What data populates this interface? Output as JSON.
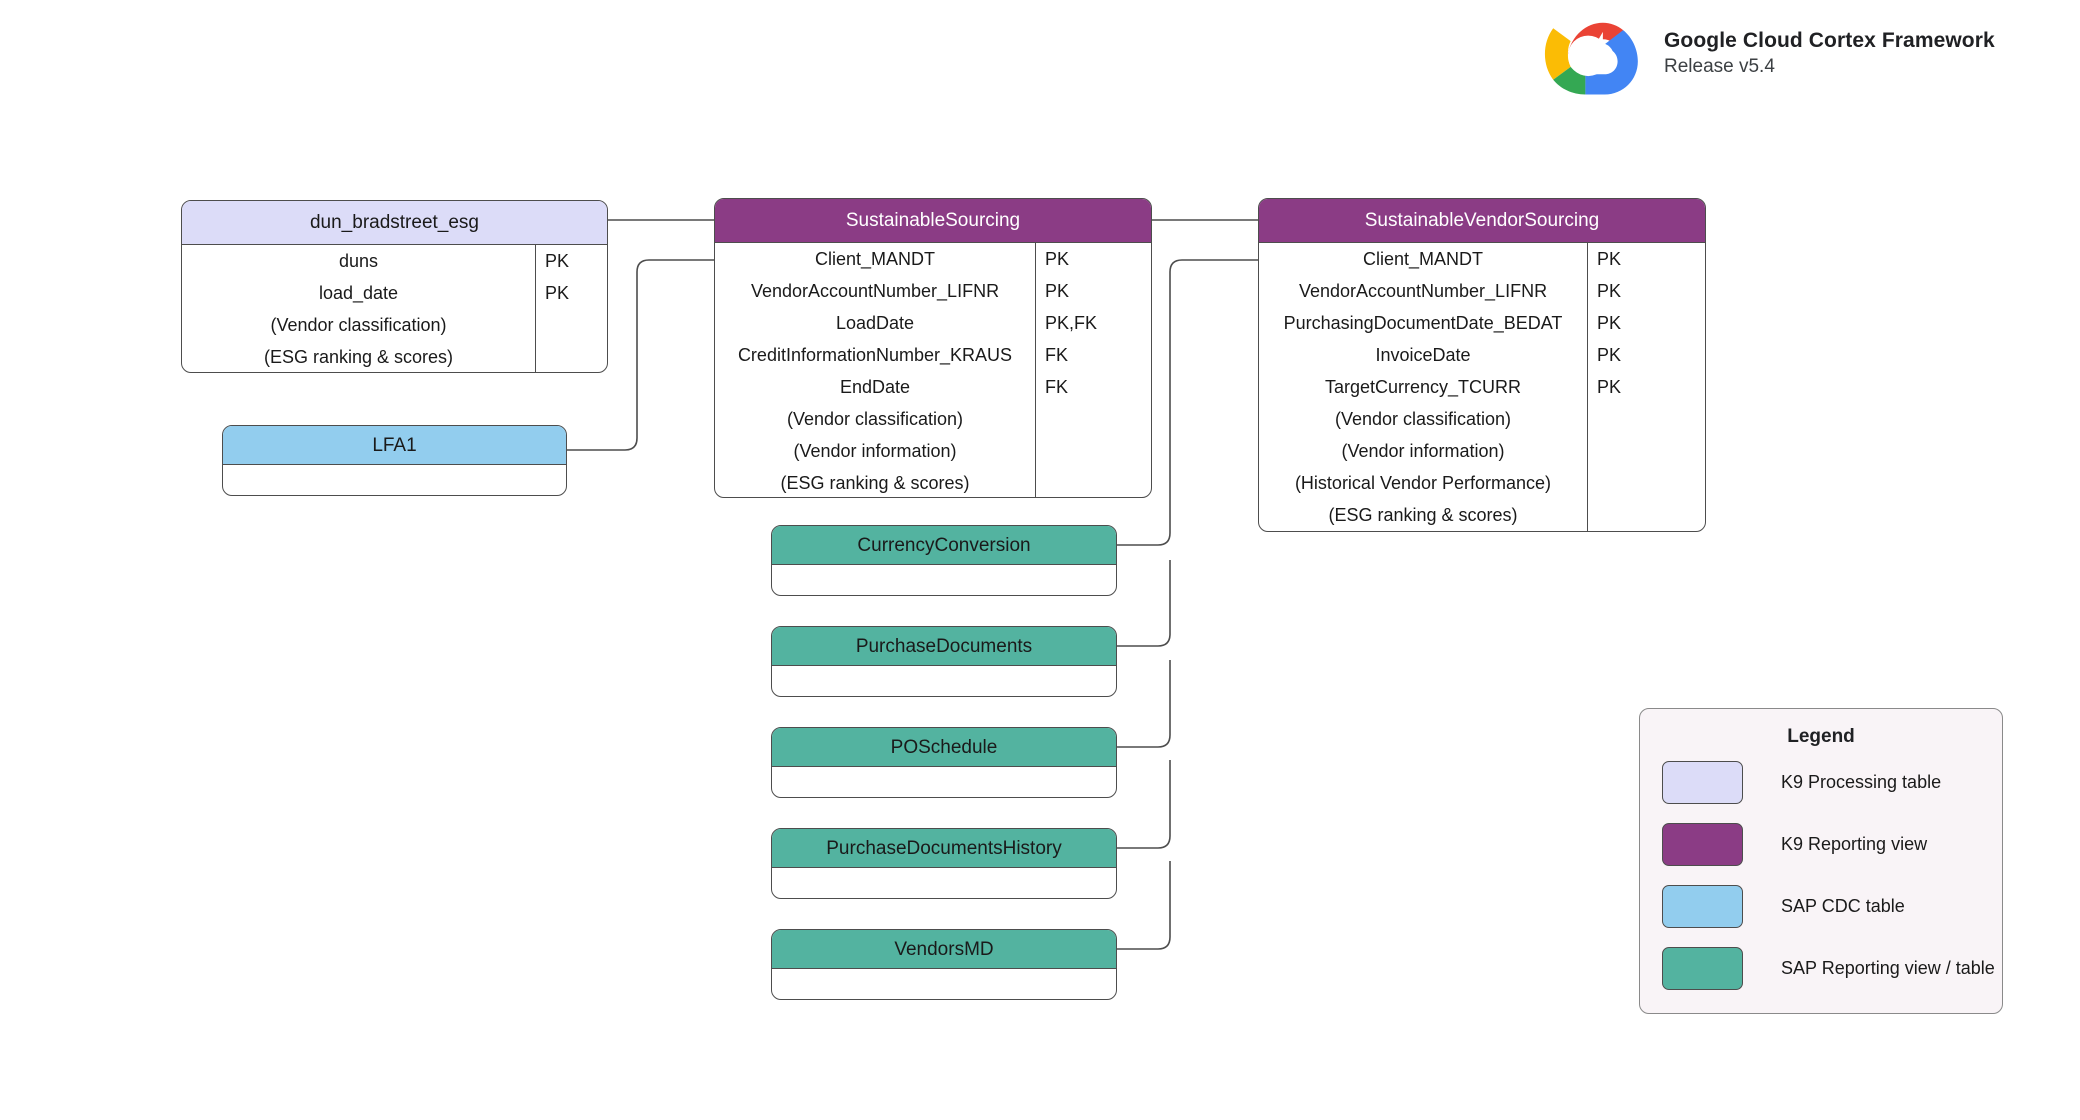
{
  "header": {
    "title": "Google Cloud Cortex Framework",
    "release": "Release v5.4",
    "logo_icon": "google-cloud-logo"
  },
  "entities": {
    "dun_bradstreet_esg": {
      "title": "dun_bradstreet_esg",
      "type": "K9 Processing table",
      "fields": [
        "duns",
        "load_date",
        "(Vendor classification)",
        "(ESG ranking & scores)"
      ],
      "keys": [
        "PK",
        "PK",
        "",
        ""
      ]
    },
    "lfa1": {
      "title": "LFA1",
      "type": "SAP CDC table",
      "fields": [],
      "keys": []
    },
    "sustainable_sourcing": {
      "title": "SustainableSourcing",
      "type": "K9 Reporting view",
      "fields": [
        "Client_MANDT",
        "VendorAccountNumber_LIFNR",
        "LoadDate",
        "CreditInformationNumber_KRAUS",
        "EndDate",
        "(Vendor classification)",
        "(Vendor information)",
        "(ESG ranking & scores)"
      ],
      "keys": [
        "PK",
        "PK",
        "PK,FK",
        "FK",
        "FK",
        "",
        "",
        ""
      ]
    },
    "sustainable_vendor_sourcing": {
      "title": "SustainableVendorSourcing",
      "type": "K9 Reporting view",
      "fields": [
        "Client_MANDT",
        "VendorAccountNumber_LIFNR",
        "PurchasingDocumentDate_BEDAT",
        "InvoiceDate",
        "TargetCurrency_TCURR",
        "(Vendor classification)",
        "(Vendor information)",
        "(Historical Vendor Performance)",
        "(ESG ranking & scores)"
      ],
      "keys": [
        "PK",
        "PK",
        "PK",
        "PK",
        "PK",
        "",
        "",
        "",
        ""
      ]
    },
    "currency_conversion": {
      "title": "CurrencyConversion",
      "type": "SAP Reporting view / table",
      "fields": [],
      "keys": []
    },
    "purchase_documents": {
      "title": "PurchaseDocuments",
      "type": "SAP Reporting view / table",
      "fields": [],
      "keys": []
    },
    "po_schedule": {
      "title": "POSchedule",
      "type": "SAP Reporting view / table",
      "fields": [],
      "keys": []
    },
    "purchase_documents_history": {
      "title": "PurchaseDocumentsHistory",
      "type": "SAP Reporting view / table",
      "fields": [],
      "keys": []
    },
    "vendors_md": {
      "title": "VendorsMD",
      "type": "SAP Reporting view / table",
      "fields": [],
      "keys": []
    }
  },
  "legend": {
    "title": "Legend",
    "items": [
      {
        "label": "K9 Processing table",
        "color": "#dcdcf8"
      },
      {
        "label": "K9 Reporting view",
        "color": "#8b3c85"
      },
      {
        "label": "SAP CDC table",
        "color": "#92cdee"
      },
      {
        "label": "SAP Reporting view / table",
        "color": "#53b3a0"
      }
    ]
  },
  "colors": {
    "k9_processing": "#dcdcf8",
    "k9_reporting": "#8b3c85",
    "sap_cdc": "#92cdee",
    "sap_reporting": "#53b3a0",
    "border": "#4d4d4d",
    "legend_bg": "#f9f4f7"
  }
}
